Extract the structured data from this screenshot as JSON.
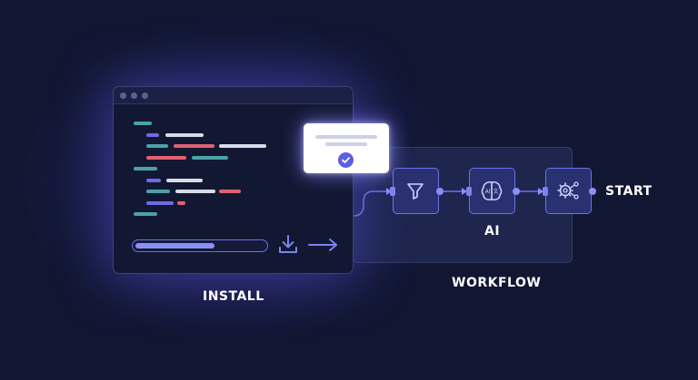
{
  "labels": {
    "install": "INSTALL",
    "workflow": "WORKFLOW",
    "ai": "AI",
    "start": "START"
  },
  "install_progress": 0.62,
  "icons": {
    "node_1": "filter-icon",
    "node_2": "ai-brain-icon",
    "node_3": "gear-share-icon",
    "download": "download-icon",
    "arrow": "arrow-right-icon",
    "toast": "check-circle-icon"
  },
  "colors": {
    "background": "#111733",
    "accent": "#6d72ea",
    "code_teal": "#4aa3a8",
    "code_purple": "#6e6ae6",
    "code_red": "#e06170",
    "code_white": "#d8dbe8"
  }
}
